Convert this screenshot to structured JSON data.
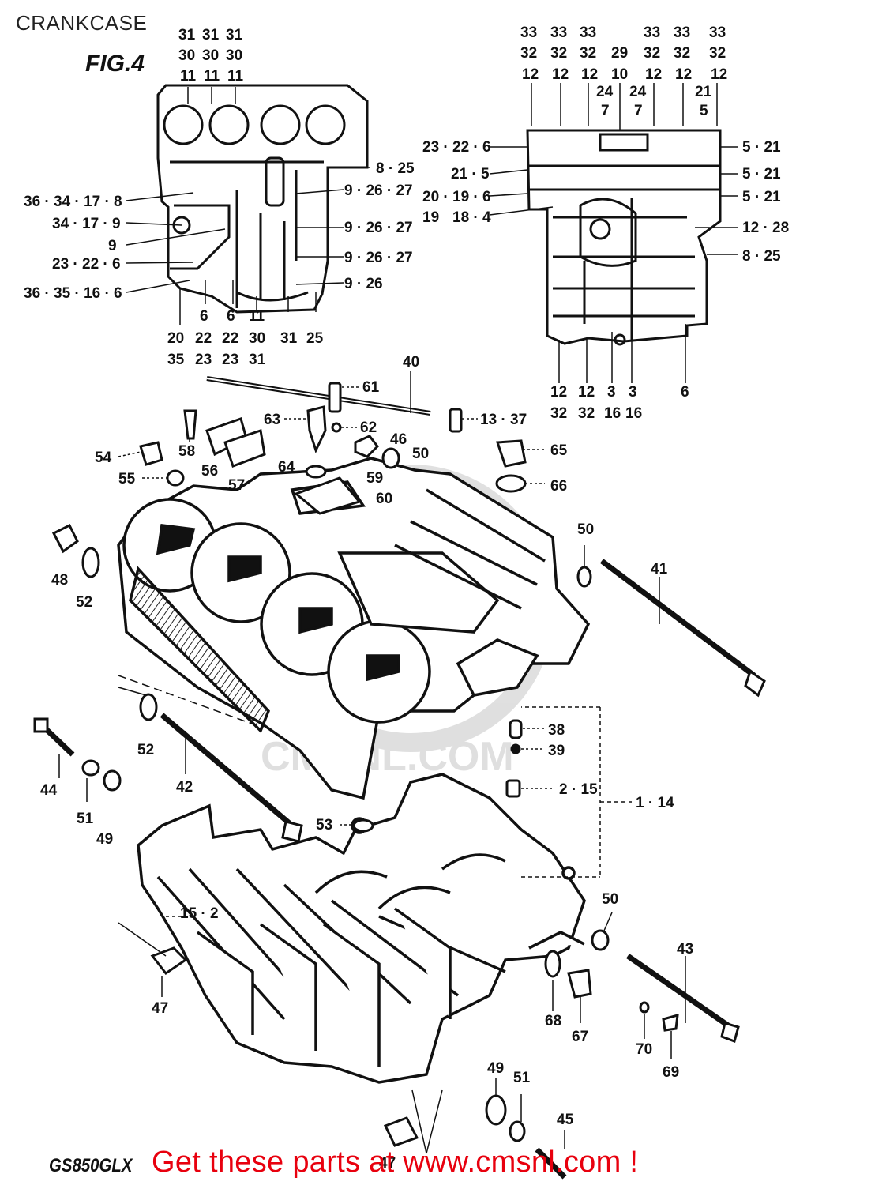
{
  "page": {
    "title": "CRANKCASE"
  },
  "figure": {
    "label": "FIG.4",
    "model": "GS850GLX",
    "watermark": "CMSNL.COM"
  },
  "footer": {
    "promo": "Get these parts at www.cmsnl.com !"
  },
  "callouts": [
    "31",
    "30",
    "11",
    "31",
    "30",
    "11",
    "31",
    "30",
    "11",
    "8 · 25",
    "9 · 26 · 27",
    "9 · 26 · 27",
    "9 · 26 · 27",
    "9 · 26",
    "36 · 34 · 17 · 8",
    "34 · 17 · 9",
    "9",
    "23 · 22 · 6",
    "36 · 35 · 16 · 6",
    "20",
    "35",
    "6",
    "22",
    "23",
    "6",
    "22",
    "23",
    "11",
    "30",
    "31",
    "31",
    "25",
    "33",
    "32",
    "12",
    "33",
    "32",
    "12",
    "33",
    "32",
    "12",
    "29",
    "10",
    "24",
    "7",
    "24",
    "7",
    "33",
    "32",
    "12",
    "33",
    "32",
    "12",
    "33",
    "32",
    "12",
    "21",
    "5",
    "23 · 22 · 6",
    "21 · 5",
    "20 · 19 · 6",
    "19",
    "18 · 4",
    "5 · 21",
    "5 · 21",
    "5 · 21",
    "12 · 28",
    "8 · 25",
    "12",
    "32",
    "12",
    "32",
    "3",
    "16",
    "3",
    "16",
    "6",
    "40",
    "61",
    "63",
    "62",
    "13 · 37",
    "46",
    "50",
    "58",
    "54",
    "55",
    "56",
    "57",
    "64",
    "59",
    "60",
    "65",
    "66",
    "48",
    "52",
    "50",
    "41",
    "52",
    "42",
    "44",
    "51",
    "49",
    "38",
    "39",
    "2 · 15",
    "1 · 14",
    "53",
    "15 · 2",
    "47",
    "50",
    "43",
    "68",
    "67",
    "70",
    "69",
    "49",
    "51",
    "45",
    "47"
  ]
}
